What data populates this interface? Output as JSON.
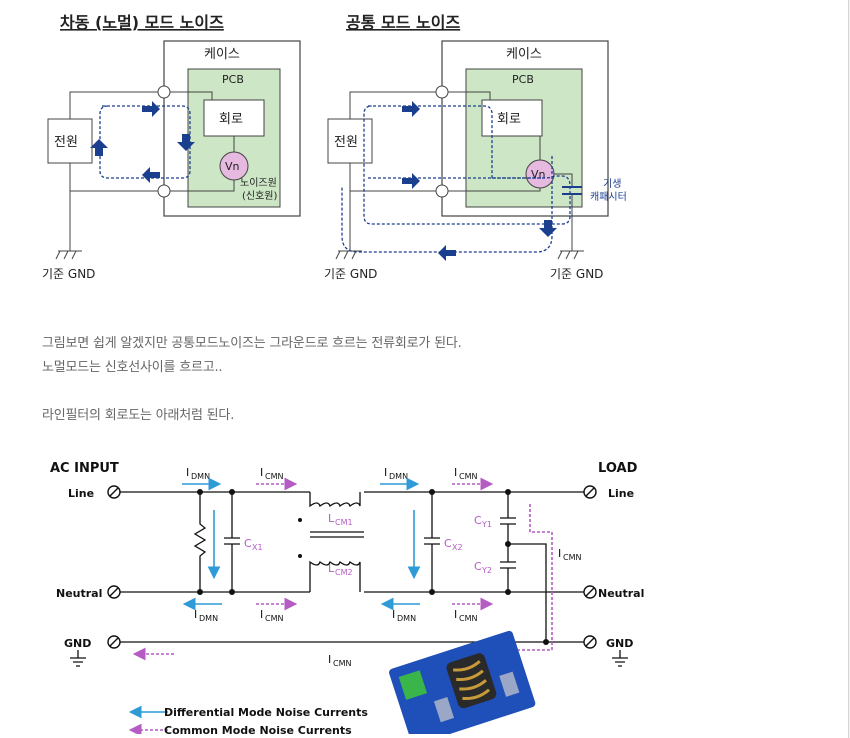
{
  "fig1": {
    "left_title": "차동 (노멀) 모드 노이즈",
    "right_title": "공통 모드 노이즈",
    "case_label": "케이스",
    "pcb_label": "PCB",
    "circuit_label": "회로",
    "power_label": "전원",
    "vn_label": "Vn",
    "noise_source_line1": "노이즈원",
    "noise_source_line2": "(신호원)",
    "ground_label": "기준 GND",
    "parasitic_line1": "기생",
    "parasitic_line2": "캐패시터"
  },
  "text": {
    "line1": "그림보면 쉽게 알겠지만  공통모드노이즈는 그라운드로 흐르는 전류회로가 된다.",
    "line2": "노멀모드는 신호선사이를  흐르고..",
    "line3": "라인필터의 회로도는 아래처럼 된다."
  },
  "fig2": {
    "ac_input": "AC INPUT",
    "load": "LOAD",
    "line": "Line",
    "neutral": "Neutral",
    "gnd": "GND",
    "i_dmn": "DMN",
    "i_cmn": "CMN",
    "cx1": "X1",
    "cx2": "X2",
    "cy1": "Y1",
    "cy2": "Y2",
    "lcm1": "CM1",
    "lcm2": "CM2",
    "legend_diff": "Differential Mode Noise Currents",
    "legend_common": "Common Mode Noise Currents"
  },
  "colors": {
    "accent_blue": "#1b3f8f",
    "pcb_green": "#cde6c5",
    "vn_pink": "#e6b9e0",
    "diff_current": "#2e9bd6",
    "common_current": "#b45bc4"
  }
}
